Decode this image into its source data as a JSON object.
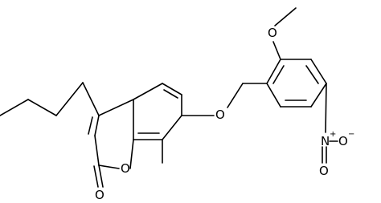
{
  "structure": {
    "atom_labels": {
      "carbonyl_oxygen": "O",
      "ring_oxygen": "O",
      "ether_oxygen": "O",
      "methoxy_oxygen": "O",
      "nitro_nitrogen": "N",
      "nitro_oxygen": "O",
      "nitro_oxide_oxygen": "O"
    },
    "charges": {
      "nitro_nitrogen": "+",
      "nitro_oxide_oxygen": "−"
    }
  }
}
